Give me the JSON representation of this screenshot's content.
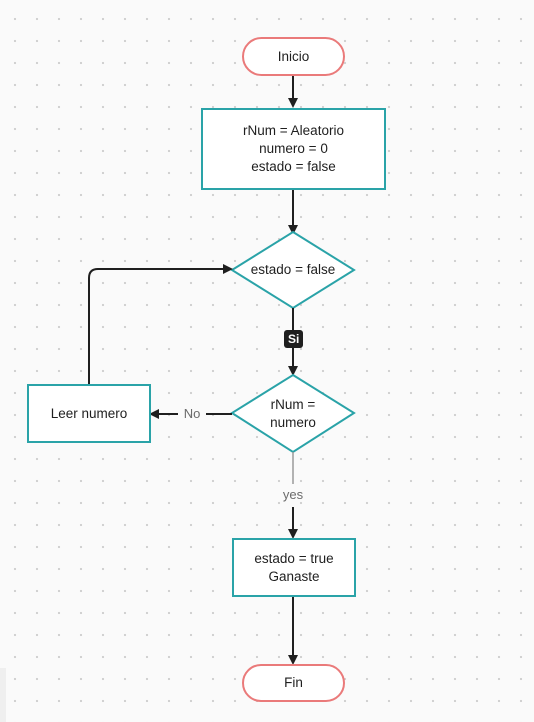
{
  "nodes": {
    "start": {
      "label": "Inicio"
    },
    "init": {
      "lines": [
        "rNum = Aleatorio",
        "numero = 0",
        "estado = false"
      ]
    },
    "loop_condition": {
      "label": "estado = false"
    },
    "compare": {
      "lines": [
        "rNum =",
        "numero"
      ]
    },
    "read_number": {
      "label": "Leer numero"
    },
    "win": {
      "lines": [
        "estado = true",
        "Ganaste"
      ]
    },
    "end": {
      "label": "Fin"
    }
  },
  "edges": {
    "si_label": "Si",
    "no_label": "No",
    "yes_label": "yes"
  },
  "colors": {
    "terminal_border": "#ea7a7a",
    "process_border": "#2aa3a8",
    "connector": "#1f1f1f"
  }
}
